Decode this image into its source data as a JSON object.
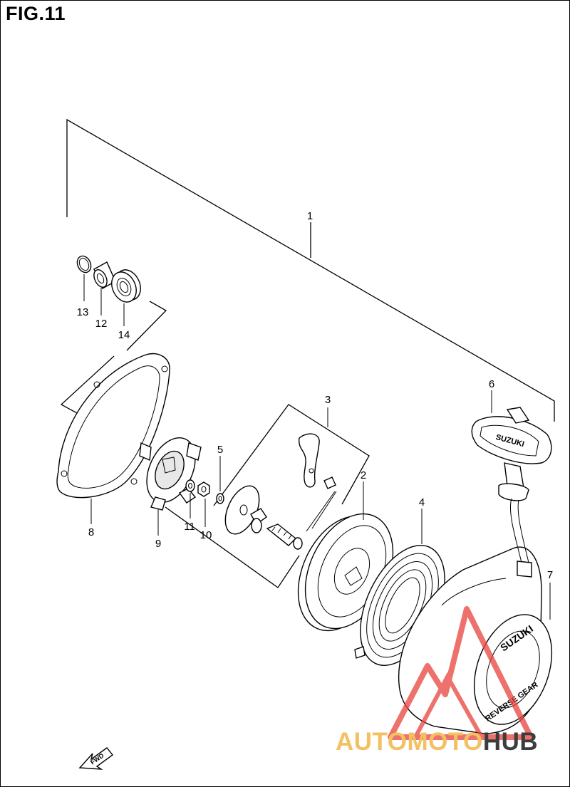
{
  "figure": {
    "title": "FIG.11"
  },
  "callouts": [
    {
      "id": "1",
      "label": "1"
    },
    {
      "id": "2",
      "label": "2"
    },
    {
      "id": "3",
      "label": "3"
    },
    {
      "id": "4",
      "label": "4"
    },
    {
      "id": "5",
      "label": "5"
    },
    {
      "id": "6",
      "label": "6"
    },
    {
      "id": "7",
      "label": "7"
    },
    {
      "id": "8",
      "label": "8"
    },
    {
      "id": "9",
      "label": "9"
    },
    {
      "id": "10",
      "label": "10"
    },
    {
      "id": "11",
      "label": "11"
    },
    {
      "id": "12",
      "label": "12"
    },
    {
      "id": "13",
      "label": "13"
    },
    {
      "id": "14",
      "label": "14"
    }
  ],
  "part_markings": {
    "handle_brand": "SUZUKI",
    "cover_brand": "SUZUKI",
    "cover_text": "REVERSE GEAR",
    "direction_arrow": "FWD"
  },
  "watermark": {
    "text_accent": "AUTOMOTO",
    "text_dark": "HUB",
    "accent_color": "#f3c163",
    "dark_color": "#3d3d3d",
    "logo_color": "#e8423c"
  }
}
